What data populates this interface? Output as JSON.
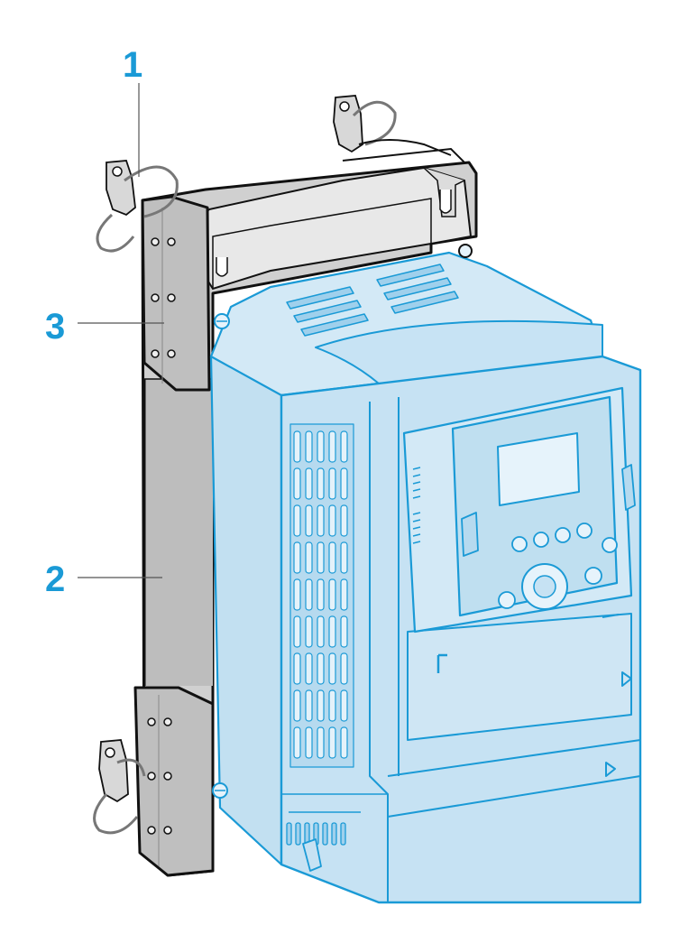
{
  "callouts": [
    {
      "number": "1"
    },
    {
      "number": "2"
    },
    {
      "number": "3"
    }
  ],
  "colors": {
    "callout": "#1a9ad6",
    "drive_fill": "#bfdff0",
    "drive_stroke": "#1a9ad6",
    "panel_fill": "#c8c8c8",
    "outline": "#111111"
  }
}
